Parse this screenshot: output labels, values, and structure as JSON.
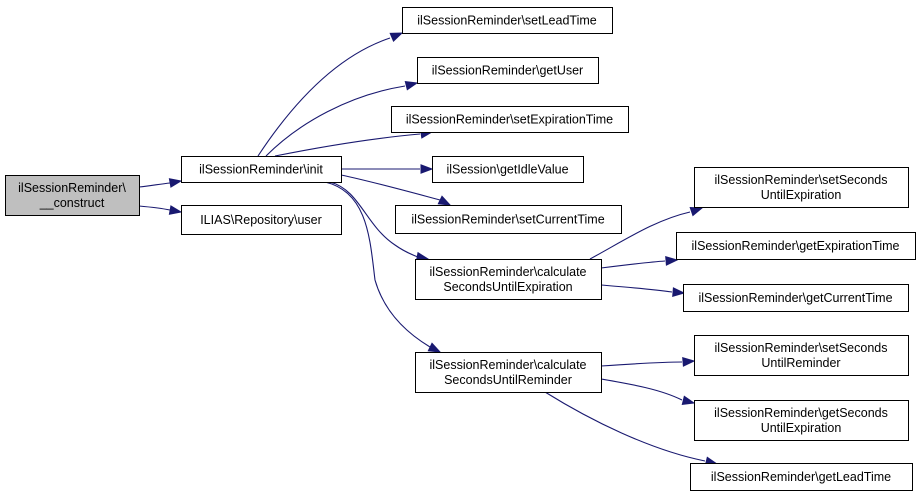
{
  "diagram": {
    "type": "call-graph",
    "colors": {
      "edge": "#191970",
      "root_fill": "#bfbfbf",
      "node_fill": "#ffffff",
      "node_border": "#000000"
    },
    "nodes": [
      {
        "id": "construct",
        "lines": [
          "ilSessionReminder\\",
          "__construct"
        ],
        "root": true
      },
      {
        "id": "init",
        "lines": [
          "ilSessionReminder\\init"
        ]
      },
      {
        "id": "repo_user",
        "lines": [
          "ILIAS\\Repository\\user"
        ]
      },
      {
        "id": "setLeadTime",
        "lines": [
          "ilSessionReminder\\setLeadTime"
        ]
      },
      {
        "id": "getUser",
        "lines": [
          "ilSessionReminder\\getUser"
        ]
      },
      {
        "id": "setExpirationTime",
        "lines": [
          "ilSessionReminder\\setExpirationTime"
        ]
      },
      {
        "id": "getIdleValue",
        "lines": [
          "ilSession\\getIdleValue"
        ]
      },
      {
        "id": "setCurrentTime",
        "lines": [
          "ilSessionReminder\\setCurrentTime"
        ]
      },
      {
        "id": "calcSecUntilExp",
        "lines": [
          "ilSessionReminder\\calculate",
          "SecondsUntilExpiration"
        ]
      },
      {
        "id": "calcSecUntilRem",
        "lines": [
          "ilSessionReminder\\calculate",
          "SecondsUntilReminder"
        ]
      },
      {
        "id": "setSecUntilExp",
        "lines": [
          "ilSessionReminder\\setSeconds",
          "UntilExpiration"
        ]
      },
      {
        "id": "getExpirationTime",
        "lines": [
          "ilSessionReminder\\getExpirationTime"
        ]
      },
      {
        "id": "getCurrentTime",
        "lines": [
          "ilSessionReminder\\getCurrentTime"
        ]
      },
      {
        "id": "setSecUntilRem",
        "lines": [
          "ilSessionReminder\\setSeconds",
          "UntilReminder"
        ]
      },
      {
        "id": "getSecUntilExp",
        "lines": [
          "ilSessionReminder\\getSeconds",
          "UntilExpiration"
        ]
      },
      {
        "id": "getLeadTime",
        "lines": [
          "ilSessionReminder\\getLeadTime"
        ]
      }
    ],
    "edges": [
      {
        "from": "construct",
        "to": "init"
      },
      {
        "from": "construct",
        "to": "repo_user"
      },
      {
        "from": "init",
        "to": "setLeadTime"
      },
      {
        "from": "init",
        "to": "getUser"
      },
      {
        "from": "init",
        "to": "setExpirationTime"
      },
      {
        "from": "init",
        "to": "getIdleValue"
      },
      {
        "from": "init",
        "to": "setCurrentTime"
      },
      {
        "from": "init",
        "to": "calcSecUntilExp"
      },
      {
        "from": "init",
        "to": "calcSecUntilRem"
      },
      {
        "from": "calcSecUntilExp",
        "to": "setSecUntilExp"
      },
      {
        "from": "calcSecUntilExp",
        "to": "getExpirationTime"
      },
      {
        "from": "calcSecUntilExp",
        "to": "getCurrentTime"
      },
      {
        "from": "calcSecUntilRem",
        "to": "setSecUntilRem"
      },
      {
        "from": "calcSecUntilRem",
        "to": "getSecUntilExp"
      },
      {
        "from": "calcSecUntilRem",
        "to": "getLeadTime"
      }
    ]
  }
}
